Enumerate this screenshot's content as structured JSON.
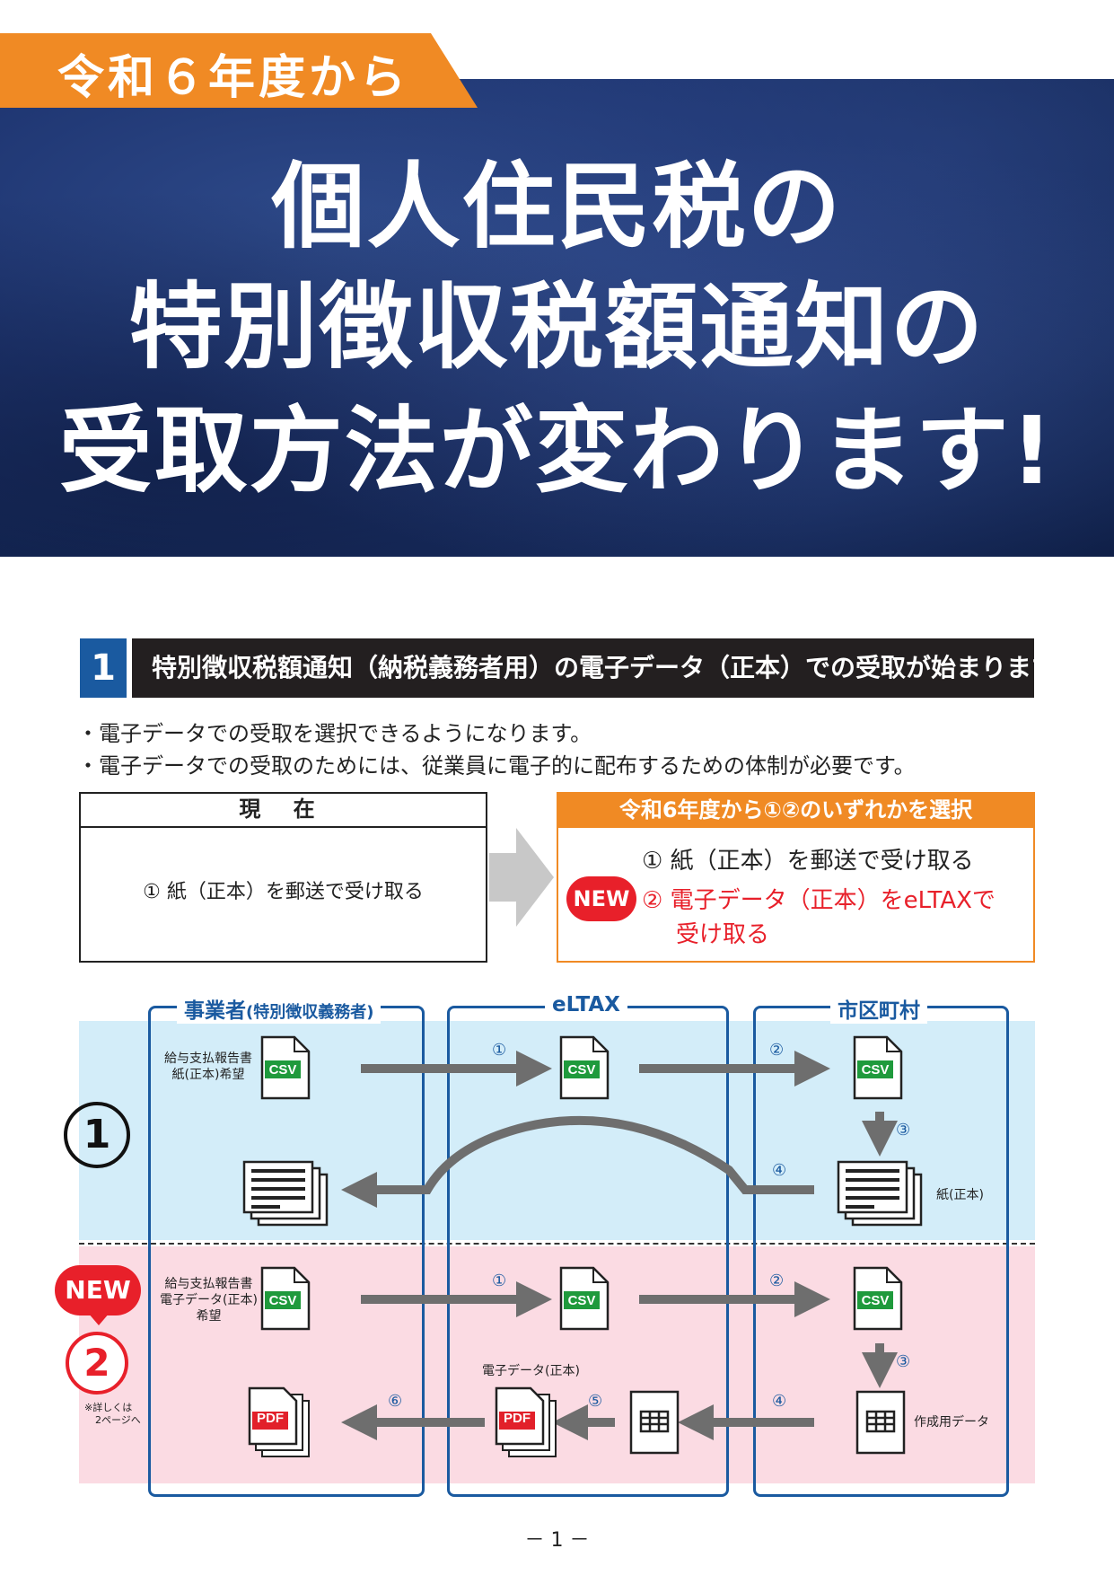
{
  "header": {
    "ribbon": "令和６年度から",
    "title_lines": [
      "個人住民税の",
      "特別徴収税額通知の",
      "受取方法が変わります!"
    ]
  },
  "section1": {
    "number": "1",
    "heading": "特別徴収税額通知（納税義務者用）の電子データ（正本）での受取が始まります。",
    "bullets": [
      "・電子データでの受取を選択できるようになります。",
      "・電子データでの受取のためには、従業員に電子的に配布するための体制が必要です。"
    ]
  },
  "compare": {
    "current_title": "現 在",
    "current_option": "① 紙（正本）を郵送で受け取る",
    "new_title": "令和6年度から①②のいずれかを選択",
    "new_option1": "① 紙（正本）を郵送で受け取る",
    "new_badge": "NEW",
    "new_option2_line1": "② 電子データ（正本）をeLTAXで",
    "new_option2_line2": "受け取る"
  },
  "diagram": {
    "col_business": "事業者",
    "col_business_sub": "(特別徴収義務者)",
    "col_eltax": "eLTAX",
    "col_city": "市区町村",
    "row1_marker": "1",
    "row2_marker": "2",
    "row2_badge": "NEW",
    "row2_note_line1": "※詳しくは",
    "row2_note_line2": "2ページへ",
    "row1_label_lines": [
      "給与支払報告書",
      "紙(正本)希望"
    ],
    "row2_label_lines": [
      "給与支払報告書",
      "電子データ(正本)",
      "希望"
    ],
    "csv_label": "CSV",
    "pdf_label": "PDF",
    "paper_label": "紙(正本)",
    "edata_label": "電子データ(正本)",
    "created_data_label": "作成用データ",
    "step_nums": [
      "①",
      "②",
      "③",
      "④",
      "⑤",
      "⑥"
    ]
  },
  "footer": {
    "page": "－ 1 －"
  },
  "colors": {
    "orange": "#f08a24",
    "navy": "#1a5aa0",
    "red": "#e8202a",
    "blue_band": "#d3edf9",
    "pink_band": "#fbdbe3",
    "arrow_gray": "#6e6e6e"
  }
}
